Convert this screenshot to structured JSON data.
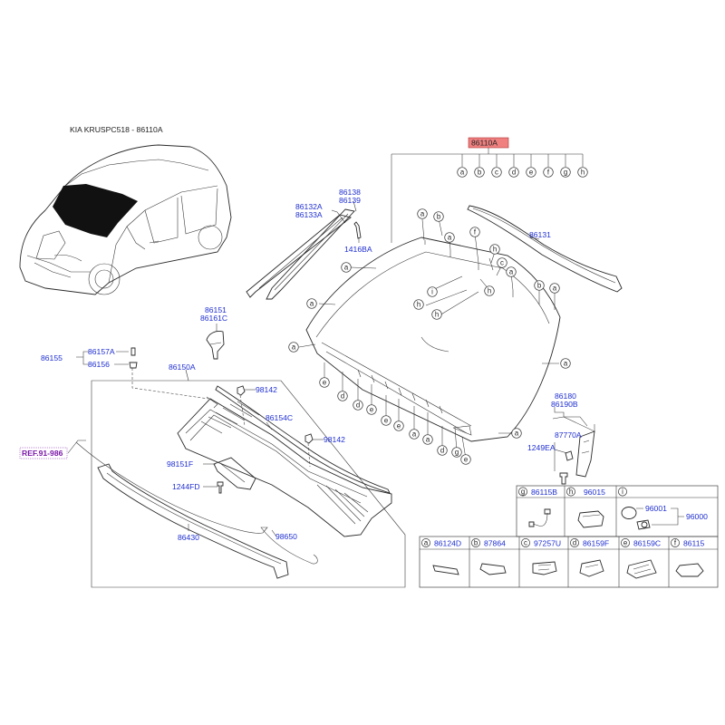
{
  "header": {
    "title": "KIA KRUSPC518 - 86110A"
  },
  "main_part": {
    "number": "86110A",
    "highlight_color": "#f08080",
    "letters": [
      "a",
      "b",
      "c",
      "d",
      "e",
      "f",
      "g",
      "h"
    ]
  },
  "parts": {
    "p86131": "86131",
    "p86132A": "86132A",
    "p86133A": "86133A",
    "p86138": "86138",
    "p86139": "86139",
    "p1416BA": "1416BA",
    "p86151": "86151",
    "p86161C": "86161C",
    "p86155": "86155",
    "p86157A": "86157A",
    "p86156": "86156",
    "p86150A": "86150A",
    "p98142a": "98142",
    "p98142b": "98142",
    "p86154C": "86154C",
    "p98151F": "98151F",
    "p1244FD": "1244FD",
    "p86430": "86430",
    "p98650": "98650",
    "p86180": "86180",
    "p86190B": "86190B",
    "p87770A": "87770A",
    "p1249EA": "1249EA"
  },
  "reference": "REF.91-986",
  "legend_top": [
    {
      "letter": "g",
      "number": "86115B"
    },
    {
      "letter": "h",
      "number": "96015"
    },
    {
      "letter": "i",
      "sub1": "96001",
      "sub2": "96000"
    }
  ],
  "legend_bottom": [
    {
      "letter": "a",
      "number": "86124D"
    },
    {
      "letter": "b",
      "number": "87864"
    },
    {
      "letter": "c",
      "number": "97257U"
    },
    {
      "letter": "d",
      "number": "86159F"
    },
    {
      "letter": "e",
      "number": "86159C"
    },
    {
      "letter": "f",
      "number": "86115"
    }
  ],
  "colors": {
    "part_number": "#1f2fd0",
    "reference": "#7a16a8",
    "line": "#2a2a2a"
  }
}
